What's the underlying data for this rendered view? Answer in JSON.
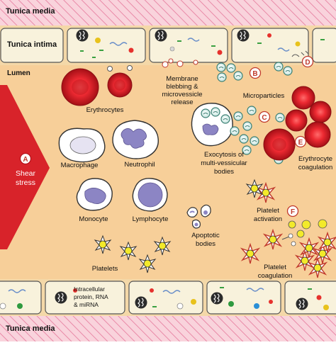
{
  "layers": {
    "media_top": "Tunica media",
    "intima": "Tunica intima",
    "lumen": "Lumen",
    "media_bottom": "Tunica media"
  },
  "shear": {
    "badge": "A",
    "label_line1": "Shear",
    "label_line2": "stress"
  },
  "labels": {
    "erythrocytes": "Erythrocytes",
    "macrophage": "Macrophage",
    "neutrophil": "Neutrophil",
    "monocyte": "Monocyte",
    "lymphocyte": "Lymphocyte",
    "platelets": "Platelets",
    "apoptotic_1": "Apoptotic",
    "apoptotic_2": "bodies",
    "membrane_1": "Membrane",
    "membrane_2": "blebbing &",
    "membrane_3": "microvessicle",
    "membrane_4": "release",
    "microparticles": "Microparticles",
    "exocytosis_1": "Exocytosis of",
    "exocytosis_2": "multi-vessicular",
    "exocytosis_3": "bodies",
    "ery_coag_1": "Erythrocyte",
    "ery_coag_2": "coagulation",
    "plt_act_1": "Platelet",
    "plt_act_2": "activation",
    "plt_coag_1": "Platelet",
    "plt_coag_2": "coagulation",
    "intracellular_1": "Intracellular",
    "intracellular_2": "protein, RNA",
    "intracellular_3": "& miRNA"
  },
  "badges": {
    "b": "B",
    "c": "C",
    "d": "D",
    "e": "E",
    "f": "F"
  },
  "colors": {
    "media_pink": "#f7c9d4",
    "media_line": "#e68aa6",
    "cell_fill": "#f8f2dc",
    "lumen": "#f7cf99",
    "red": "#e3262f",
    "dark_red": "#b5121b",
    "nucleus": "#8c85c4",
    "platelet": "#f3ea2a"
  }
}
